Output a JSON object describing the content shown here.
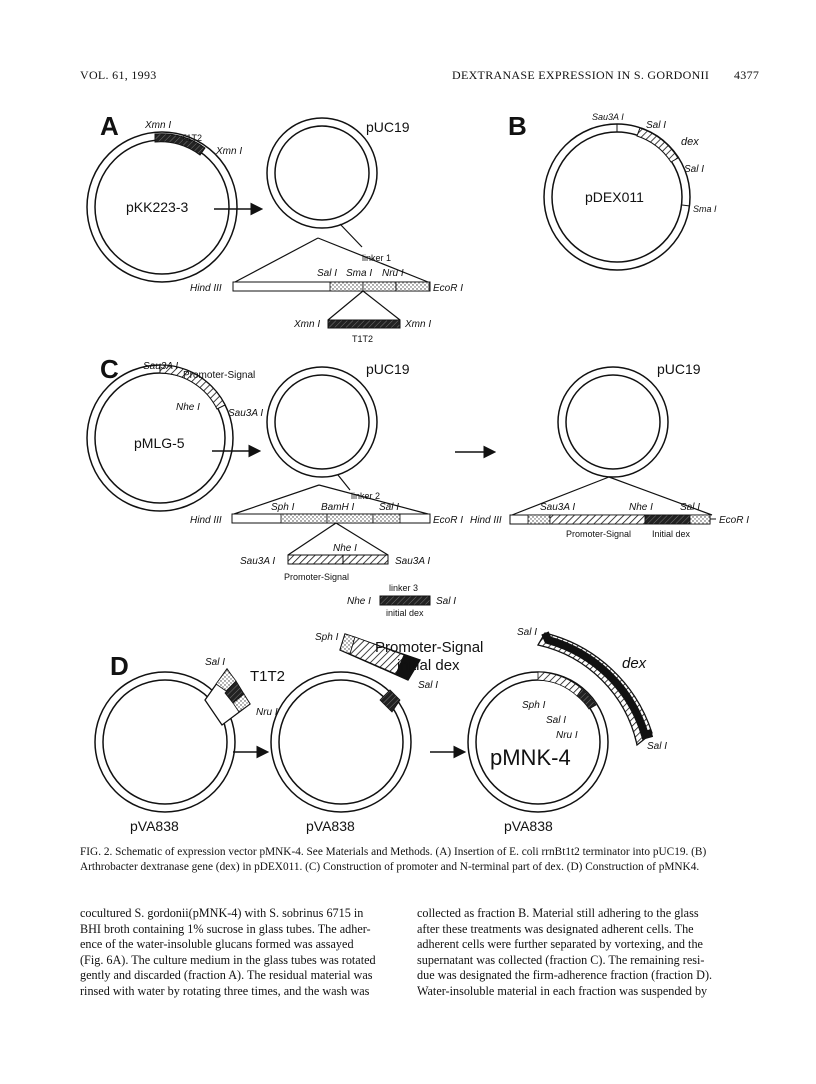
{
  "header": {
    "volume": "VOL. 61, 1993",
    "running_title": "DEXTRANASE EXPRESSION IN S. GORDONII",
    "page_number": "4377"
  },
  "figure": {
    "panel_a": {
      "letter": "A",
      "plasmid_1": "pKK223-3",
      "xmn_left": "Xmn I",
      "xmn_right": "Xmn I",
      "t1t2_top": "T1T2",
      "plasmid_2": "pUC19",
      "linker": "linker  1",
      "hind": "Hind III",
      "sal": "Sal I",
      "sma": "Sma I",
      "nru": "Nru I",
      "eco": "EcoR I",
      "insert_xmn_left": "Xmn I",
      "insert_xmn_right": "Xmn I",
      "insert_t1t2": "T1T2"
    },
    "panel_b": {
      "letter": "B",
      "plasmid": "pDEX011",
      "sau3a": "Sau3A I",
      "sal_1": "Sal I",
      "dex": "dex",
      "sal_2": "Sal I",
      "sma": "Sma I"
    },
    "panel_c": {
      "letter": "C",
      "plasmid_1": "pMLG-5",
      "sau3a_top": "Sau3A I",
      "promoter_signal_top": "Promoter-Signal",
      "nhe": "Nhe I",
      "sau3a_side": "Sau3A I",
      "plasmid_2": "pUC19",
      "linker2": "linker  2",
      "hind": "Hind III",
      "sph": "Sph I",
      "bamh": "BamH I",
      "sal": "Sal I",
      "eco": "EcoR I",
      "ins_sau3a_left": "Sau3A I",
      "ins_nhe": "Nhe I",
      "ins_sau3a_right": "Sau3A I",
      "ins_promoter": "Promoter-Signal",
      "linker3": "linker  3",
      "l3_nhe": "Nhe I",
      "l3_sal": "Sal I",
      "l3_initial": "initial  dex",
      "plasmid_3": "pUC19",
      "r_sau3a": "Sau3A I",
      "r_nhe": "Nhe I",
      "r_sal": "Sal I",
      "r_hind": "Hind III",
      "r_eco": "EcoR I",
      "r_promoter": "Promoter-Signal",
      "r_initial": "Initial  dex"
    },
    "panel_d": {
      "letter": "D",
      "plasmid_1": "pVA838",
      "sal": "Sal I",
      "t1t2": "T1T2",
      "nru": "Nru I",
      "plasmid_2": "pVA838",
      "sph": "Sph I",
      "promoter_signal": "Promoter-Signal",
      "initial_dex": "initial dex",
      "sal_2": "Sal I",
      "plasmid_3": "pVA838",
      "pmnk": "pMNK-4",
      "sal_top": "Sal I",
      "dex": "dex",
      "sph_3": "Sph I",
      "sal_3": "Sal I",
      "nru_3": "Nru I",
      "sal_bottom": "Sal I"
    }
  },
  "caption": {
    "line1": "FIG. 2.  Schematic of expression vector pMNK-4. See Materials and Methods. (A) Insertion of E. coli rrnBt1t2 terminator into pUC19. (B)",
    "line2": "Arthrobacter dextranase gene (dex) in pDEX011. (C) Construction of promoter and N-terminal part of dex. (D) Construction of pMNK4."
  },
  "body_left": [
    "cocultured S. gordonii(pMNK-4) with S. sobrinus 6715 in",
    "BHI broth containing 1% sucrose in glass tubes. The adher-",
    "ence of the water-insoluble glucans formed was assayed",
    "(Fig. 6A). The culture medium in the glass tubes was rotated",
    "gently and discarded (fraction A). The residual material was",
    "rinsed with water by rotating three times, and the wash was"
  ],
  "body_right": [
    "collected as fraction B. Material still adhering to the glass",
    "after these treatments was designated adherent cells. The",
    "adherent cells were further separated by vortexing, and the",
    "supernatant was collected (fraction C). The remaining resi-",
    "due was designated the firm-adherence fraction (fraction D).",
    "Water-insoluble material in each fraction was suspended by"
  ]
}
